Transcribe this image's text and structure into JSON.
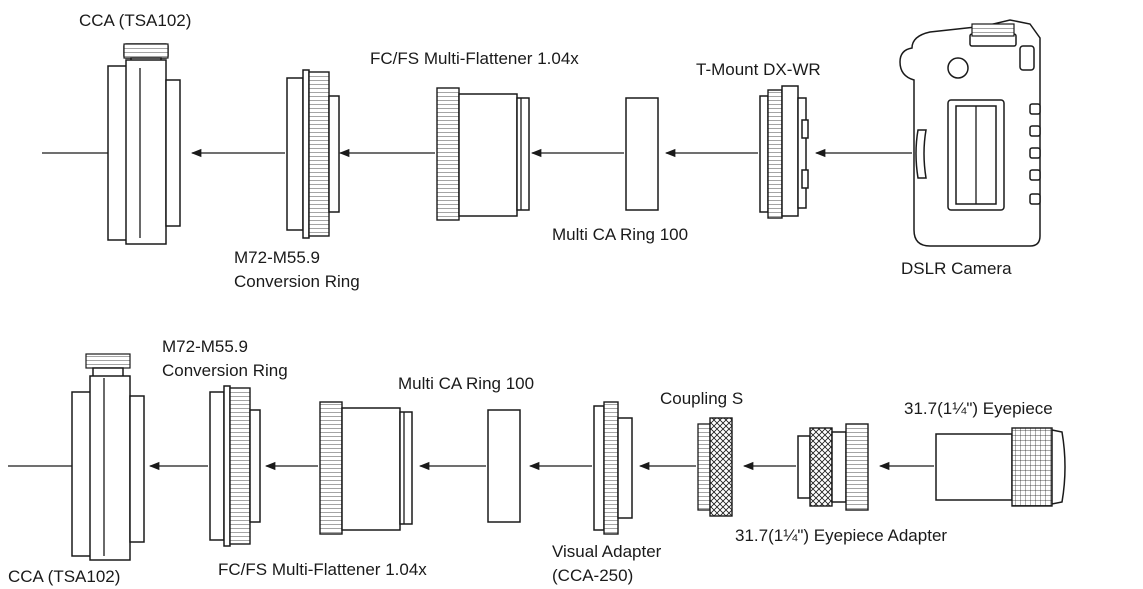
{
  "colors": {
    "ink": "#1a1a1a",
    "background": "#ffffff"
  },
  "top_row": {
    "cca": "CCA (TSA102)",
    "flattener": "FC/FS Multi-Flattener 1.04x",
    "tmount": "T-Mount DX-WR",
    "conversion_line1": "M72-M55.9",
    "conversion_line2": "Conversion Ring",
    "multica": "Multi CA Ring 100",
    "camera": "DSLR Camera"
  },
  "bottom_row": {
    "conversion_line1": "M72-M55.9",
    "conversion_line2": "Conversion Ring",
    "multica": "Multi CA Ring 100",
    "coupling": "Coupling S",
    "eyepiece": "31.7(1¼\") Eyepiece",
    "eyepiece_adapter": "31.7(1¼\") Eyepiece Adapter",
    "cca": "CCA (TSA102)",
    "flattener": "FC/FS Multi-Flattener 1.04x",
    "visual_line1": "Visual Adapter",
    "visual_line2": "(CCA-250)"
  }
}
